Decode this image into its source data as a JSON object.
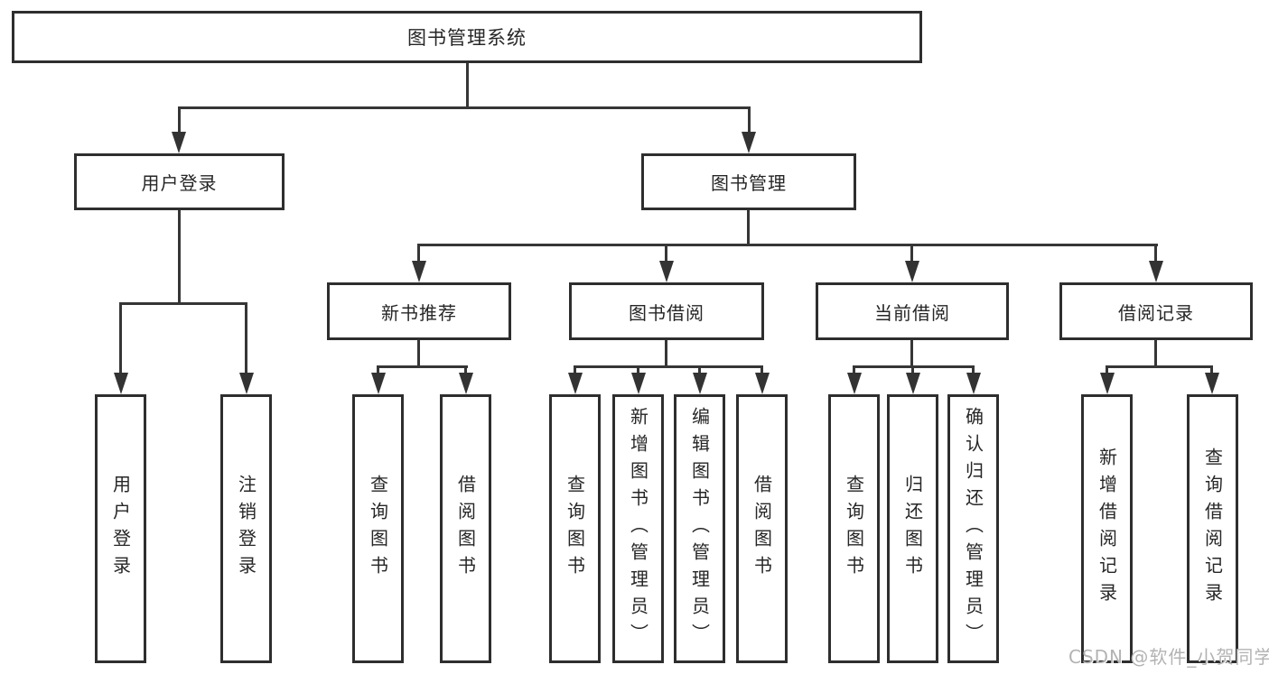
{
  "diagram": {
    "root": {
      "label": "图书管理系统"
    },
    "branches": [
      {
        "label": "用户登录",
        "leaves": [
          {
            "label": "用户登录"
          },
          {
            "label": "注销登录"
          }
        ]
      },
      {
        "label": "图书管理",
        "sections": [
          {
            "label": "新书推荐",
            "leaves": [
              {
                "label": "查询图书"
              },
              {
                "label": "借阅图书"
              }
            ]
          },
          {
            "label": "图书借阅",
            "leaves": [
              {
                "label": "查询图书"
              },
              {
                "label": "新增图书（管理员）"
              },
              {
                "label": "编辑图书（管理员）"
              },
              {
                "label": "借阅图书"
              }
            ]
          },
          {
            "label": "当前借阅",
            "leaves": [
              {
                "label": "查询图书"
              },
              {
                "label": "归还图书"
              },
              {
                "label": "确认归还（管理员）"
              }
            ]
          },
          {
            "label": "借阅记录",
            "leaves": [
              {
                "label": "新增借阅记录"
              },
              {
                "label": "查询借阅记录"
              }
            ]
          }
        ]
      }
    ],
    "watermark": "CSDN @软件_小贺同学"
  },
  "colors": {
    "background": "#ffffff",
    "box_border": "#2e2e2e",
    "line": "#363636",
    "text": "#262626",
    "watermark": "#b3b3b3"
  }
}
